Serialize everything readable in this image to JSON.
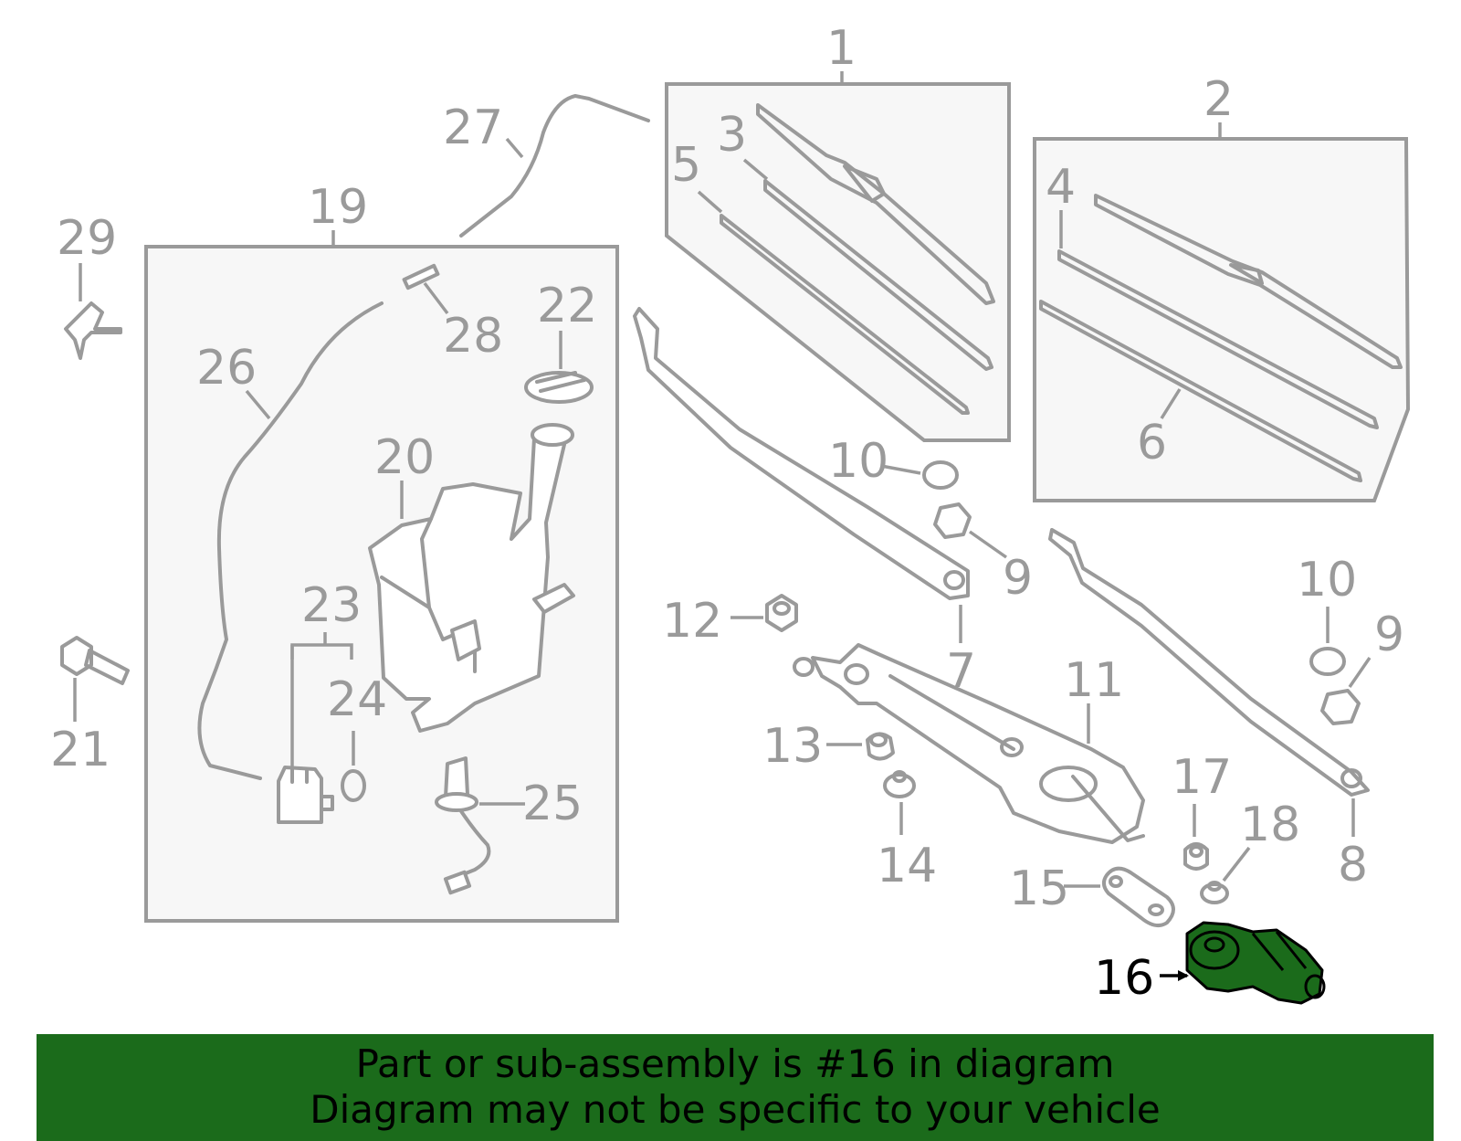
{
  "diagram": {
    "highlight_color": "#1b6b1b",
    "callouts": {
      "c1": "1",
      "c2": "2",
      "c3": "3",
      "c4": "4",
      "c5": "5",
      "c6": "6",
      "c7": "7",
      "c8": "8",
      "c9a": "9",
      "c9b": "9",
      "c10a": "10",
      "c10b": "10",
      "c11": "11",
      "c12": "12",
      "c13": "13",
      "c14": "14",
      "c15": "15",
      "c16": "16",
      "c17": "17",
      "c18": "18",
      "c19": "19",
      "c20": "20",
      "c21": "21",
      "c22": "22",
      "c23": "23",
      "c24": "24",
      "c25": "25",
      "c26": "26",
      "c27": "27",
      "c28": "28",
      "c29": "29"
    }
  },
  "banner": {
    "line1": "Part or sub-assembly is #16 in diagram",
    "line2": "Diagram may not be specific to your vehicle",
    "background": "#1b6b1b"
  }
}
